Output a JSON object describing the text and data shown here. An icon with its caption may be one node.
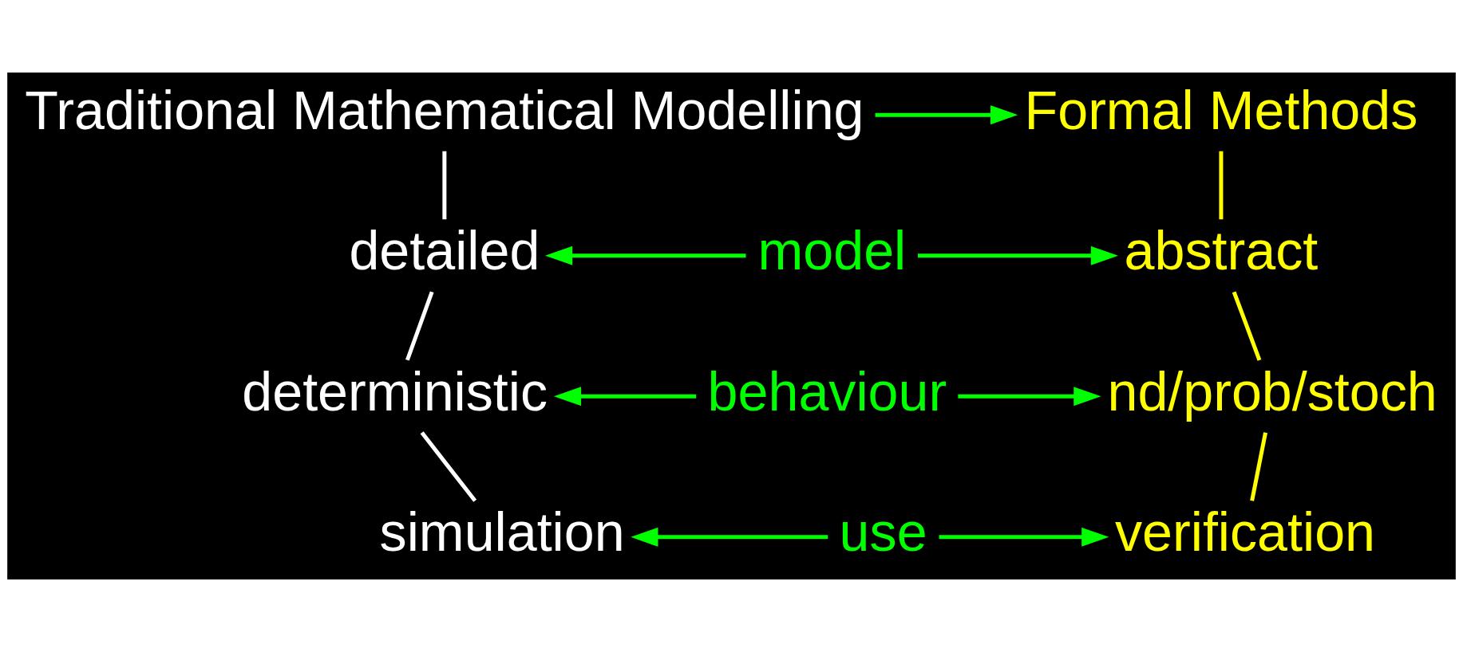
{
  "diagram": {
    "nodes": [
      {
        "text": [
          "Traditional Mathematical Modelling"
        ]
      },
      {
        "text": [
          "Formal Methods"
        ]
      },
      {
        "text": [
          "detailed"
        ]
      },
      {
        "text": [
          "model"
        ]
      },
      {
        "text": [
          "abstract"
        ]
      },
      {
        "text": [
          "deterministic"
        ]
      },
      {
        "text": [
          "behaviour"
        ]
      },
      {
        "text": [
          "nd/prob/stoch"
        ]
      },
      {
        "text": [
          "simulation"
        ]
      },
      {
        "text": [
          "use"
        ]
      },
      {
        "text": [
          "verification"
        ]
      }
    ],
    "edges": [
      {
        "from": 0,
        "to": 1,
        "arrow": "to"
      },
      {
        "from": 0,
        "to": 2,
        "arrow": "none",
        "color": "#ffffff"
      },
      {
        "from": 1,
        "to": 4,
        "arrow": "none",
        "color": "#ffff00"
      },
      {
        "from": 3,
        "to": 2,
        "arrow": "to"
      },
      {
        "from": 3,
        "to": 4,
        "arrow": "to"
      },
      {
        "from": 2,
        "to": 5,
        "arrow": "none",
        "color": "#ffffff"
      },
      {
        "from": 4,
        "to": 7,
        "arrow": "none",
        "color": "#ffff00"
      },
      {
        "from": 6,
        "to": 5,
        "arrow": "to"
      },
      {
        "from": 6,
        "to": 7,
        "arrow": "to"
      },
      {
        "from": 5,
        "to": 8,
        "arrow": "none",
        "color": "#ffffff"
      },
      {
        "from": 7,
        "to": 10,
        "arrow": "none",
        "color": "#ffff00"
      },
      {
        "from": 9,
        "to": 8,
        "arrow": "to"
      },
      {
        "from": 9,
        "to": 10,
        "arrow": "to"
      }
    ]
  }
}
